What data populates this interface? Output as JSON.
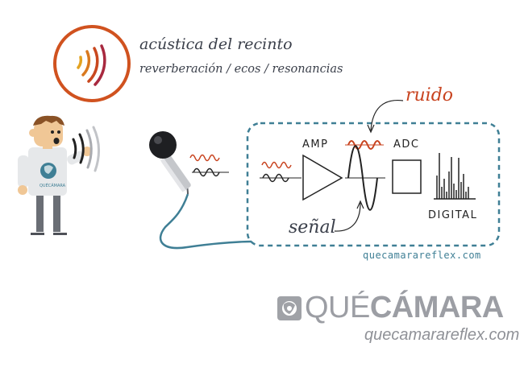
{
  "room_acoustics": {
    "title": "acústica del recinto",
    "subtitle": "reverberación / ecos / resonancias",
    "ring_color": "#d0521f"
  },
  "noise": {
    "label": "ruido",
    "color": "#c8431f"
  },
  "signal": {
    "label": "señal"
  },
  "chain": {
    "amp_label": "AMP",
    "adc_label": "ADC",
    "digital_label": "DIGITAL",
    "box_color": "#3f7f95"
  },
  "person": {
    "shirt_logo_text": "QUÉCÁMARA"
  },
  "footer": {
    "site_url_small": "quecamarareflex.com",
    "brand_light": "QUÉ",
    "brand_bold": "CÁMARA",
    "site_url_big": "quecamarareflex.com"
  }
}
